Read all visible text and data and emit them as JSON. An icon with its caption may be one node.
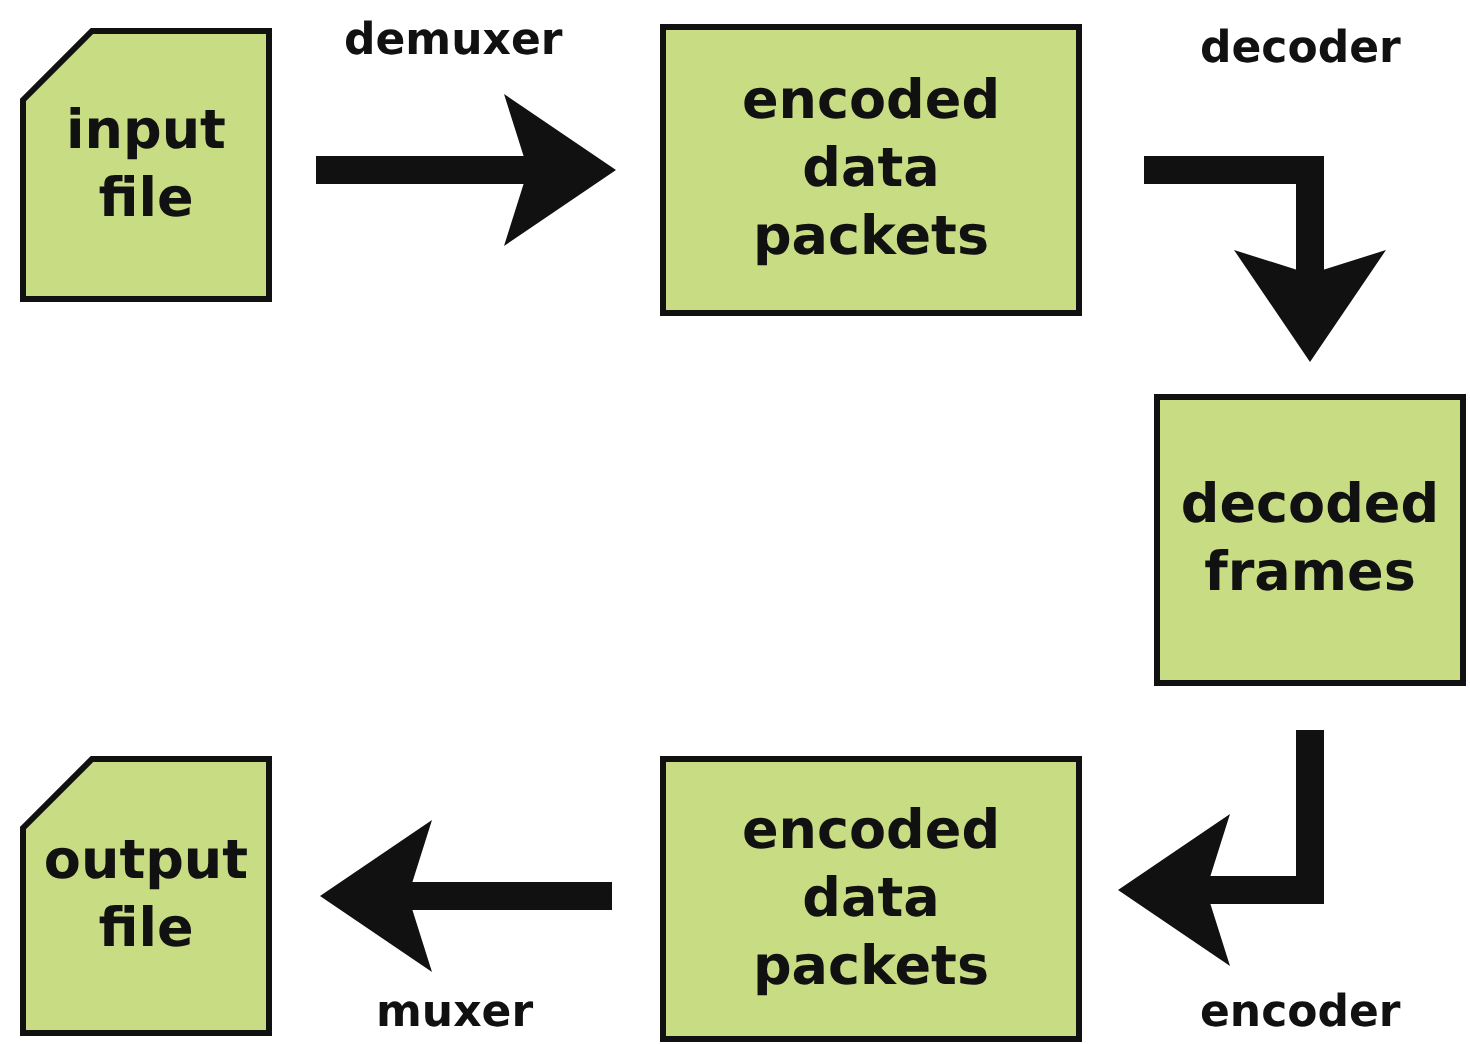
{
  "diagram": {
    "nodes": [
      {
        "text": [
          "input file"
        ]
      },
      {
        "text": [
          "encoded data packets"
        ]
      },
      {
        "text": [
          "decoded frames"
        ]
      },
      {
        "text": [
          "encoded data packets"
        ]
      },
      {
        "text": [
          "output file"
        ]
      }
    ],
    "edges": [
      {
        "from": 0,
        "to": 1,
        "arrow": "to",
        "label": "demuxer"
      },
      {
        "from": 1,
        "to": 2,
        "arrow": "to",
        "label": "decoder"
      },
      {
        "from": 2,
        "to": 3,
        "arrow": "to",
        "label": "encoder"
      },
      {
        "from": 3,
        "to": 4,
        "arrow": "to",
        "label": "muxer"
      }
    ]
  }
}
